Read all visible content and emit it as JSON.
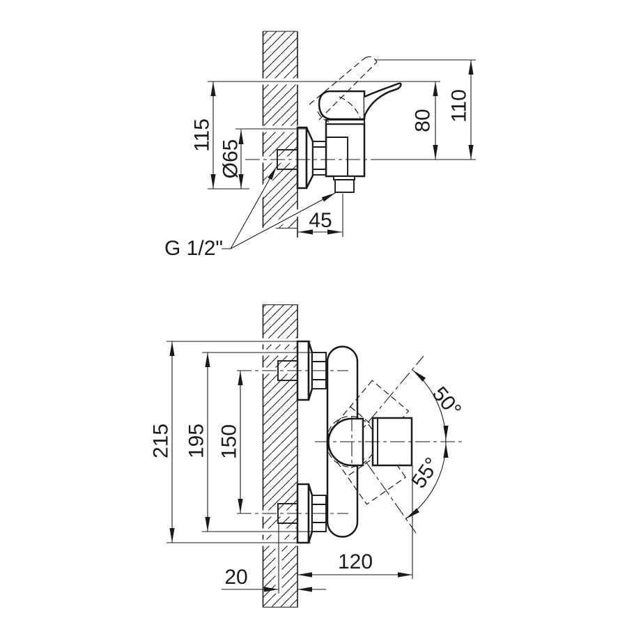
{
  "colors": {
    "ink": "#1a1a1a",
    "paper": "#ffffff"
  },
  "views": {
    "side": {
      "dims": {
        "height_to_handle": "115",
        "escutcheon_diameter": "Ø65",
        "handle_height": "80",
        "handle_raised_height": "110",
        "outlet_offset": "45",
        "thread_label": "G 1/2\""
      }
    },
    "front": {
      "dims": {
        "overall_height": "215",
        "flange_span": "195",
        "centers_distance": "150",
        "swing_up_angle": "50°",
        "swing_down_angle": "55°",
        "width_from_wall": "120",
        "wall_embed_depth": "20"
      }
    }
  }
}
